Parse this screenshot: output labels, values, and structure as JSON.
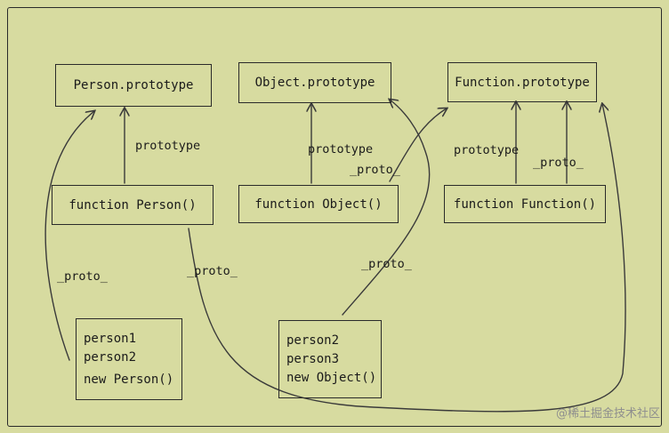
{
  "boxes": {
    "person_prototype": "Person.prototype",
    "object_prototype": "Object.prototype",
    "function_prototype": "Function.prototype",
    "function_person": "function Person()",
    "function_object": "function Object()",
    "function_function": "function Function()",
    "instances_person": [
      "person1",
      "person2",
      "new Person()"
    ],
    "instances_object": [
      "person2",
      "person3",
      "new Object()"
    ]
  },
  "labels": {
    "prototype_person": "prototype",
    "prototype_object": "prototype",
    "prototype_function": "prototype",
    "proto_object_fn": "_proto_",
    "proto_function_fn": "_proto_",
    "proto_person_instances": "_proto_",
    "proto_person_fn": "_proto_",
    "proto_object_instances": "_proto_"
  },
  "watermark": "@稀土掘金技术社区"
}
